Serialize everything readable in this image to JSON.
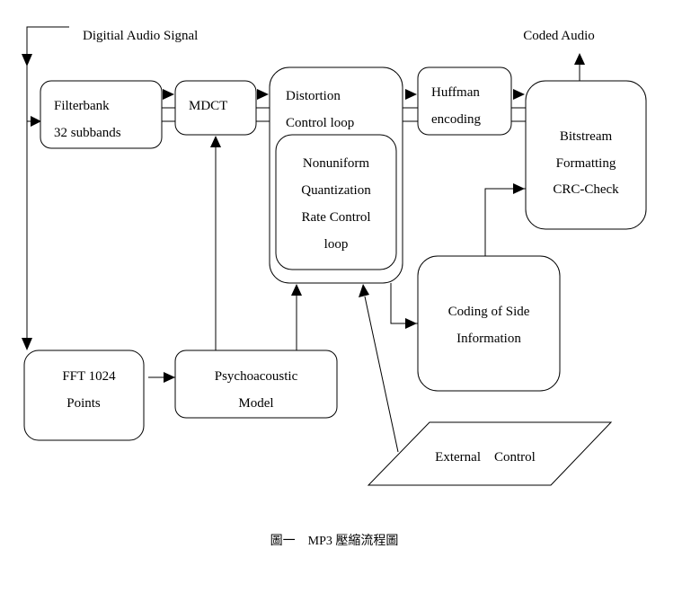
{
  "diagram": {
    "input_label": "Digitial Audio Signal",
    "output_label": "Coded Audio",
    "nodes": {
      "filterbank": {
        "lines": [
          "Filterbank",
          "32 subbands"
        ]
      },
      "mdct": {
        "lines": [
          "MDCT"
        ]
      },
      "distortion": {
        "lines": [
          "Distortion",
          "Control loop"
        ]
      },
      "quantization": {
        "lines": [
          "Nonuniform",
          "Quantization",
          "Rate Control",
          "loop"
        ]
      },
      "huffman": {
        "lines": [
          "Huffman",
          "encoding"
        ]
      },
      "bitstream": {
        "lines": [
          "Bitstream",
          "Formatting",
          "CRC-Check"
        ]
      },
      "side_info": {
        "lines": [
          "Coding of Side",
          "Information"
        ]
      },
      "fft": {
        "lines": [
          "FFT 1024",
          "Points"
        ]
      },
      "psycho": {
        "lines": [
          "Psychoacoustic",
          "Model"
        ]
      },
      "external": {
        "lines": [
          "External    Control"
        ]
      }
    },
    "caption": "圖一　MP3 壓縮流程圖"
  }
}
